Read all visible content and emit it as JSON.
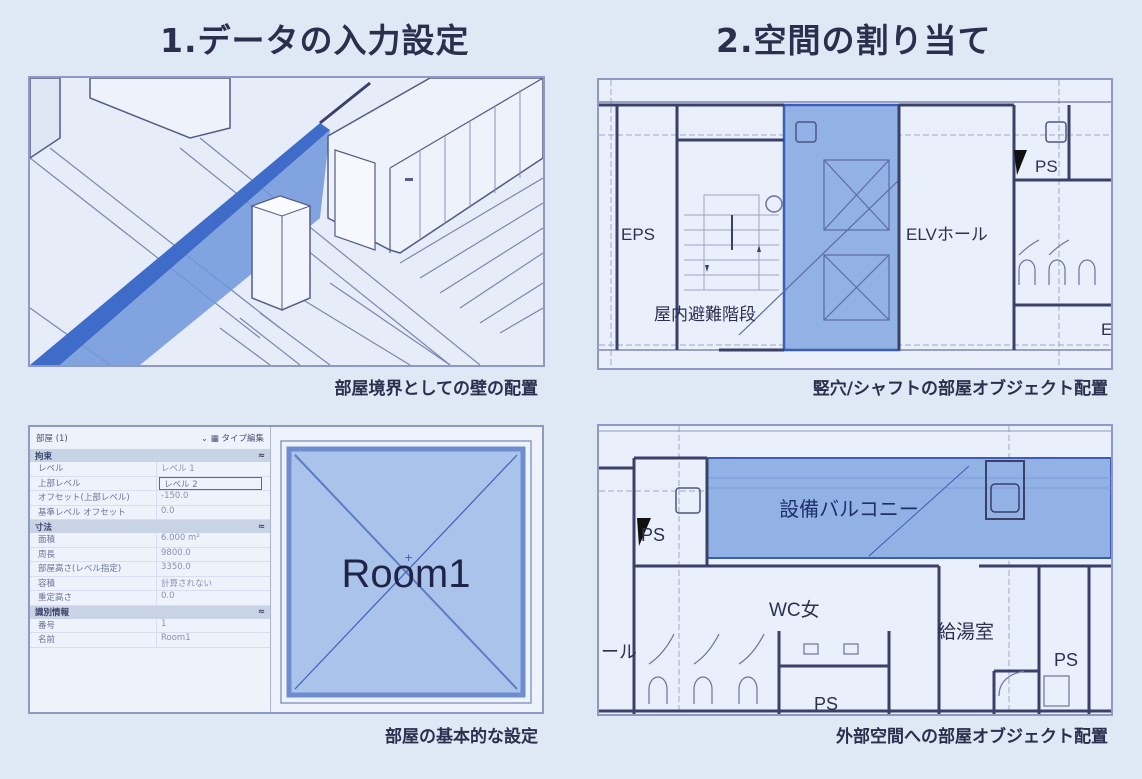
{
  "titles": {
    "left": "1.データの入力設定",
    "right": "2.空間の割り当て"
  },
  "captions": {
    "top_left": "部屋境界としての壁の配置",
    "top_right": "竪穴/シャフトの部屋オブジェクト配置",
    "bottom_left": "部屋の基本的な設定",
    "bottom_right": "外部空間への部屋オブジェクト配置"
  },
  "properties_panel": {
    "header": "部屋 (1)",
    "type_edit": "タイプ編集",
    "groups": [
      {
        "name": "拘束",
        "rows": [
          {
            "key": "レベル",
            "value": "レベル 1"
          },
          {
            "key": "上部レベル",
            "value": "レベル 2"
          },
          {
            "key": "オフセット(上部レベル)",
            "value": "-150.0"
          },
          {
            "key": "基準レベル オフセット",
            "value": "0.0"
          }
        ]
      },
      {
        "name": "寸法",
        "rows": [
          {
            "key": "面積",
            "value": "6.000 m²"
          },
          {
            "key": "周長",
            "value": "9800.0"
          },
          {
            "key": "部屋高さ(レベル指定)",
            "value": "3350.0"
          },
          {
            "key": "容積",
            "value": "計算されない"
          },
          {
            "key": "重定高さ",
            "value": "0.0"
          }
        ]
      },
      {
        "name": "識別情報",
        "rows": [
          {
            "key": "番号",
            "value": "1"
          },
          {
            "key": "名前",
            "value": "Room1"
          }
        ]
      }
    ]
  },
  "room_preview": {
    "label": "Room1"
  },
  "shaft_plan": {
    "labels": {
      "eps": "EPS",
      "stair": "屋内避難階段",
      "elv": "ELVホール",
      "ps": "PS",
      "e": "E"
    }
  },
  "exterior_plan": {
    "labels": {
      "balcony": "設備バルコニー",
      "ps_left": "PS",
      "wc": "WC女",
      "kitchen": "給湯室",
      "ps_right": "PS",
      "ps_bottom": "PS",
      "hall_partial": "ール"
    }
  },
  "colors": {
    "background": "#dfe8f5",
    "highlight_blue": "#5b86d6",
    "room_fill": "#a9c3ea",
    "line": "#3a4068"
  }
}
